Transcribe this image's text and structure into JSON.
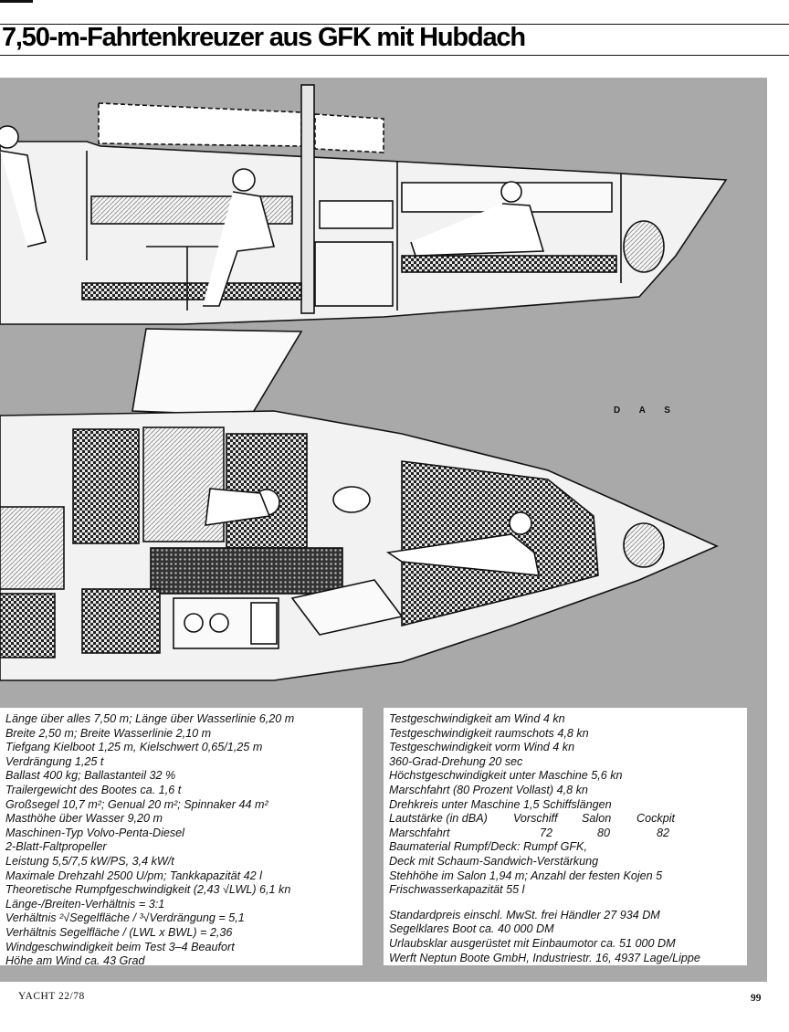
{
  "header": {
    "title": "7,50-m-Fahrtenkreuzer aus GFK mit Hubdach"
  },
  "illustration": {
    "signature": "D A S"
  },
  "specs_left": [
    "Länge über alles 7,50 m; Länge über Wasserlinie 6,20 m",
    "Breite 2,50 m; Breite Wasserlinie 2,10 m",
    "Tiefgang Kielboot 1,25 m, Kielschwert 0,65/1,25 m",
    "Verdrängung 1,25 t",
    "Ballast 400 kg; Ballastanteil 32 %",
    "Trailergewicht des Bootes ca. 1,6 t",
    "Großsegel 10,7 m²; Genual 20 m²; Spinnaker 44 m²",
    "Masthöhe über Wasser 9,20 m",
    "Maschinen-Typ Volvo-Penta-Diesel",
    "2-Blatt-Faltpropeller",
    "Leistung 5,5/7,5 kW/PS, 3,4 kW/t",
    "Maximale Drehzahl 2500 U/pm; Tankkapazität 42 l",
    "Theoretische Rumpfgeschwindigkeit (2,43 √LWL) 6,1 kn",
    "Länge-/Breiten-Verhältnis = 3:1",
    "Verhältnis ²√Segelfläche / ³√Verdrängung = 5,1",
    "Verhältnis Segelfläche / (LWL x BWL) = 2,36",
    "Windgeschwindigkeit beim Test 3–4 Beaufort",
    "Höhe am Wind ca. 43 Grad"
  ],
  "specs_right_1": [
    "Testgeschwindigkeit am Wind 4 kn",
    "Testgeschwindigkeit raumschots 4,8 kn",
    "Testgeschwindigkeit vorm Wind 4 kn",
    "360-Grad-Drehung 20 sec",
    "Höchstgeschwindigkeit unter Maschine 5,6 kn",
    "Marschfahrt (80 Prozent Vollast) 4,8 kn",
    "Drehkreis unter Maschine 1,5 Schiffslängen"
  ],
  "noise": {
    "header": [
      "Lautstärke (in dBA)",
      "Vorschiff",
      "Salon",
      "Cockpit"
    ],
    "row": [
      "Marschfahrt",
      "72",
      "80",
      "82"
    ]
  },
  "specs_right_2": [
    "Baumaterial Rumpf/Deck: Rumpf GFK,",
    "Deck mit Schaum-Sandwich-Verstärkung",
    "Stehhöhe im Salon 1,94 m; Anzahl der festen Kojen 5",
    "Frischwasserkapazität 55 l"
  ],
  "specs_right_3": [
    "Standardpreis einschl. MwSt. frei Händler 27 934 DM",
    "Segelklares Boot ca. 40 000 DM",
    "Urlaubsklar ausgerüstet mit Einbaumotor ca. 51 000 DM",
    "Werft Neptun Boote GmbH, Industriestr. 16, 4937 Lage/Lippe"
  ],
  "footer": {
    "magazine": "YACHT  22/78",
    "page": "99"
  }
}
